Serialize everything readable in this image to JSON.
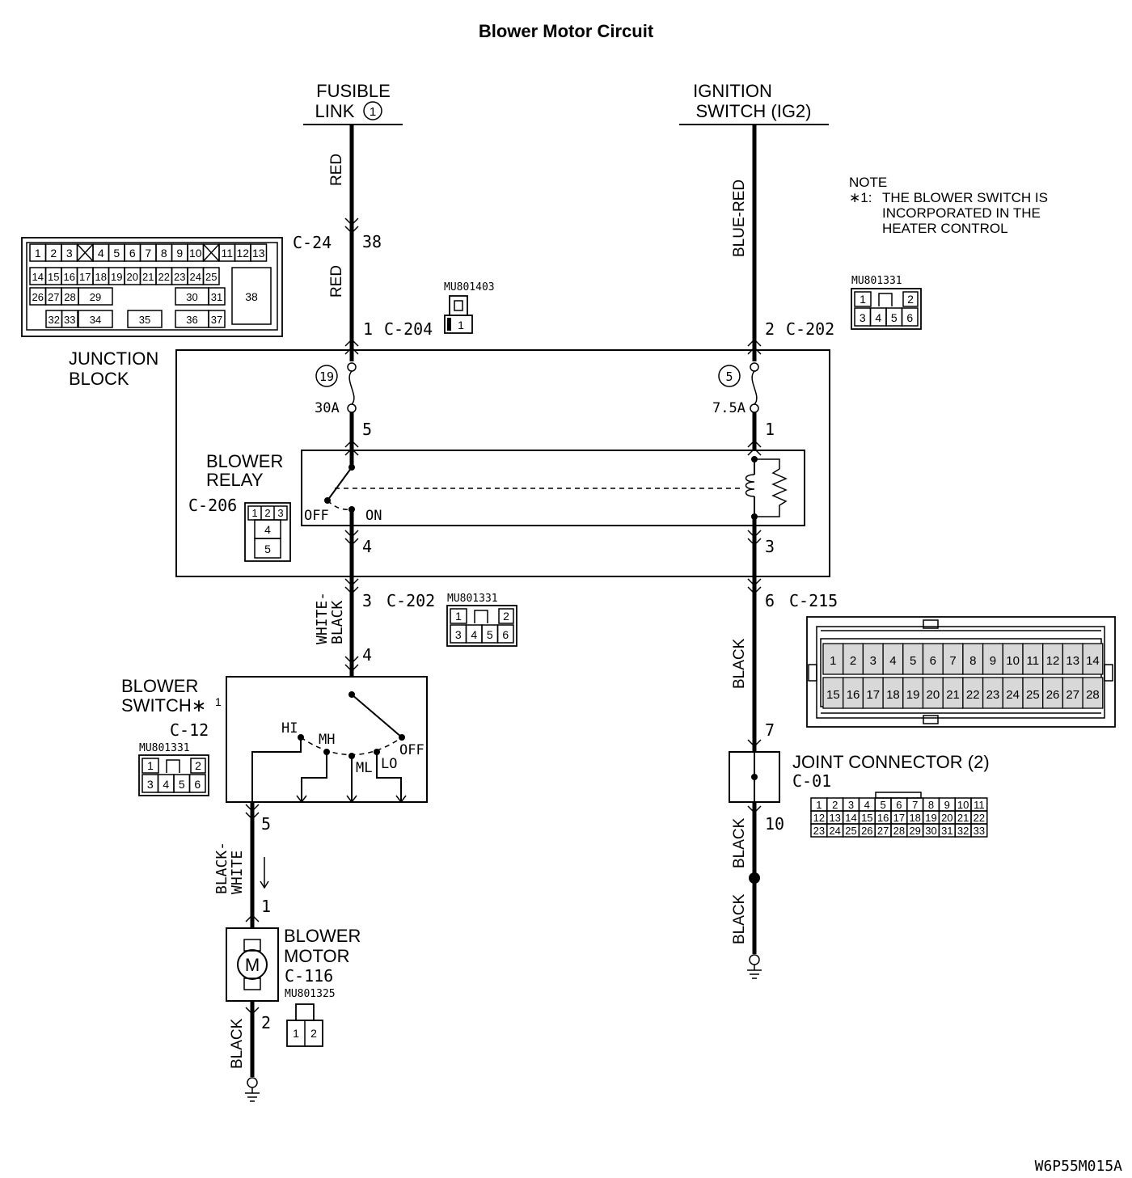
{
  "title": "Blower Motor Circuit",
  "figure_id": "W6P55M015A",
  "sources": {
    "fusible_link_line1": "FUSIBLE",
    "fusible_link_line2": "LINK",
    "fusible_link_no": "1",
    "ignition_line1": "IGNITION",
    "ignition_line2": "SWITCH (IG2)"
  },
  "note": {
    "heading": "NOTE",
    "marker": "∗1:",
    "line1": "THE BLOWER SWITCH IS",
    "line2": "INCORPORATED IN THE",
    "line3": "HEATER CONTROL"
  },
  "wires": {
    "red_top": "RED",
    "red_mid": "RED",
    "blue_red": "BLUE-RED",
    "white_black_1": "WHITE-",
    "white_black_2": "BLACK",
    "black_white_1": "BLACK-",
    "black_white_2": "WHITE",
    "black_right_1": "BLACK",
    "black_right_2": "BLACK",
    "black_right_3": "BLACK",
    "black_left": "BLACK"
  },
  "connectors": {
    "c24": "C-24",
    "c24_pin": "38",
    "c204": "C-204",
    "c204_pin": "1",
    "c204_part": "MU801403",
    "c204_face_pin": "1",
    "c202_top": "C-202",
    "c202_top_pin": "2",
    "c202_part_top": "MU801331",
    "c202_mid": "C-202",
    "c202_mid_pin": "3",
    "c202_part_mid": "MU801331",
    "c206": "C-206",
    "c215": "C-215",
    "c215_pin": "6",
    "c12": "C-12",
    "c12_part": "MU801331",
    "c116": "C-116",
    "c116_part": "MU801325",
    "c01": "C-01"
  },
  "junction_block": {
    "line1": "JUNCTION",
    "line2": "BLOCK",
    "fuse_left_no": "19",
    "fuse_left_rating": "30A",
    "fuse_right_no": "5",
    "fuse_right_rating": "7.5A",
    "pin_5": "5",
    "pin_1": "1",
    "pin_4": "4",
    "pin_3": "3",
    "relay_line1": "BLOWER",
    "relay_line2": "RELAY",
    "relay_off": "OFF",
    "relay_on": "ON"
  },
  "blower_switch": {
    "line1": "BLOWER",
    "line2": "SWITCH∗",
    "superscript": "1",
    "pin_in": "4",
    "pin_out": "5",
    "pos_hi": "HI",
    "pos_mh": "MH",
    "pos_ml": "ML",
    "pos_lo": "LO",
    "pos_off": "OFF"
  },
  "blower_motor": {
    "line1": "BLOWER",
    "line2": "MOTOR",
    "symbol": "M",
    "pin_in": "1",
    "pin_out": "2"
  },
  "joint_connector": {
    "label": "JOINT CONNECTOR (2)",
    "pin_in": "7",
    "pin_out": "10"
  },
  "faces": {
    "c24_row1": [
      "1",
      "2",
      "3",
      "",
      "4",
      "5",
      "6",
      "7",
      "8",
      "9",
      "10",
      "",
      "11",
      "12",
      "13"
    ],
    "c24_row2": [
      "14",
      "15",
      "16",
      "17",
      "18",
      "19",
      "20",
      "21",
      "22",
      "23",
      "24",
      "25"
    ],
    "c24_row3": [
      "26",
      "27",
      "28",
      "29",
      "30",
      "31"
    ],
    "c24_row4": [
      "32",
      "33",
      "34",
      "35",
      "36",
      "37"
    ],
    "c24_big": "38",
    "mu801331_top": [
      "1",
      "2"
    ],
    "mu801331_bottom": [
      "3",
      "4",
      "5",
      "6"
    ],
    "c206_pins": [
      "1",
      "2",
      "3",
      "4",
      "5"
    ],
    "c215_row1": [
      "1",
      "2",
      "3",
      "4",
      "5",
      "6",
      "7",
      "8",
      "9",
      "10",
      "11",
      "12",
      "13",
      "14"
    ],
    "c215_row2": [
      "15",
      "16",
      "17",
      "18",
      "19",
      "20",
      "21",
      "22",
      "23",
      "24",
      "25",
      "26",
      "27",
      "28"
    ],
    "c01_row1": [
      "1",
      "2",
      "3",
      "4",
      "5",
      "6",
      "7",
      "8",
      "9",
      "10",
      "11"
    ],
    "c01_row2": [
      "12",
      "13",
      "14",
      "15",
      "16",
      "17",
      "18",
      "19",
      "20",
      "21",
      "22"
    ],
    "c01_row3": [
      "23",
      "24",
      "25",
      "26",
      "27",
      "28",
      "29",
      "30",
      "31",
      "32",
      "33"
    ],
    "c116_pins": [
      "1",
      "2"
    ]
  }
}
